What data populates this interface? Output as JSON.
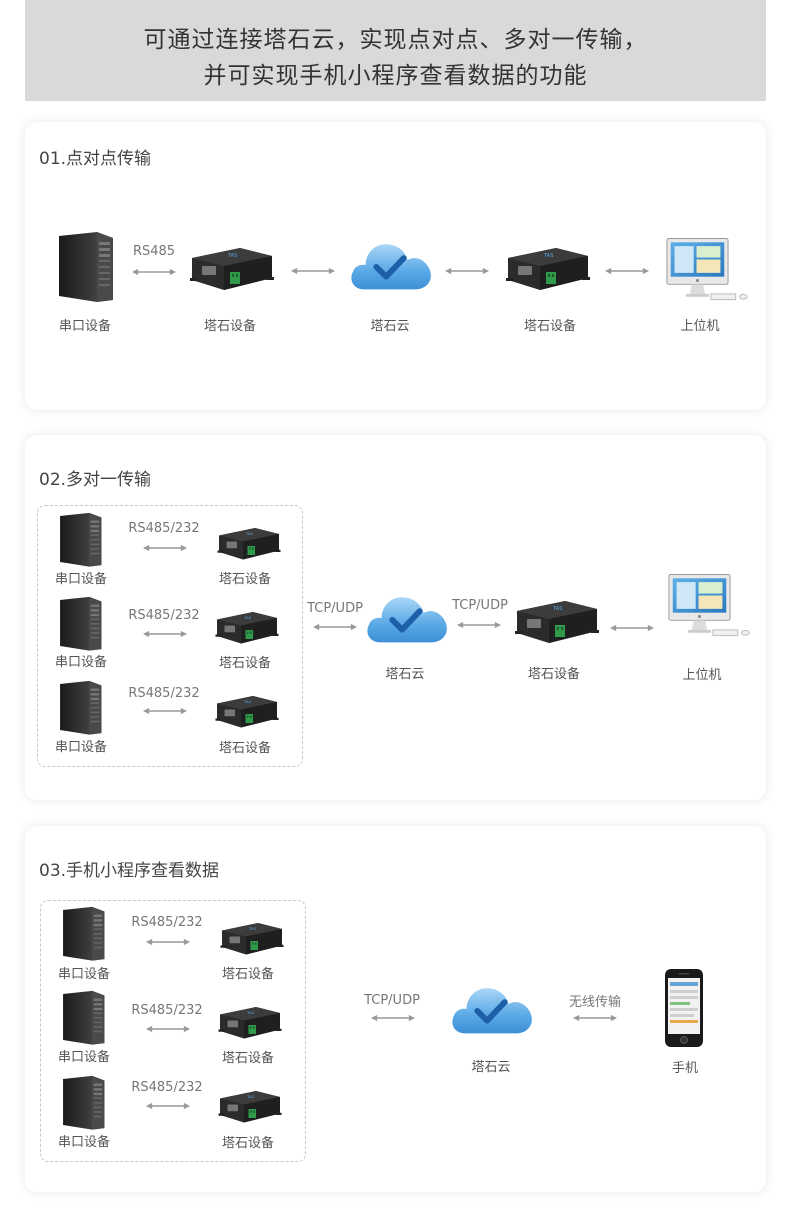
{
  "header": {
    "line1": "可通过连接塔石云，实现点对点、多对一传输，",
    "line2": "并可实现手机小程序查看数据的功能"
  },
  "section1": {
    "title": "01.点对点传输",
    "serial_label": "串口设备",
    "proto_rs485": "RS485",
    "device_label_a": "塔石设备",
    "cloud_label": "塔石云",
    "device_label_b": "塔石设备",
    "host_label": "上位机"
  },
  "section2": {
    "title": "02.多对一传输",
    "rows": [
      {
        "serial": "串口设备",
        "proto": "RS485/232",
        "device": "塔石设备"
      },
      {
        "serial": "串口设备",
        "proto": "RS485/232",
        "device": "塔石设备"
      },
      {
        "serial": "串口设备",
        "proto": "RS485/232",
        "device": "塔石设备"
      }
    ],
    "proto_left": "TCP/UDP",
    "proto_right": "TCP/UDP",
    "cloud_label": "塔石云",
    "device_label": "塔石设备",
    "host_label": "上位机"
  },
  "section3": {
    "title": "03.手机小程序查看数据",
    "rows": [
      {
        "serial": "串口设备",
        "proto": "RS485/232",
        "device": "塔石设备"
      },
      {
        "serial": "串口设备",
        "proto": "RS485/232",
        "device": "塔石设备"
      },
      {
        "serial": "串口设备",
        "proto": "RS485/232",
        "device": "塔石设备"
      }
    ],
    "proto_left": "TCP/UDP",
    "proto_right": "无线传输",
    "cloud_label": "塔石云",
    "phone_label": "手机"
  },
  "colors": {
    "header_bg": "#d9d9d9",
    "cloud": "#5aa9e6",
    "check": "#1d5fa8",
    "device_body": "#2b2b2b",
    "terminal_green": "#2e9a4a",
    "arrow": "#999999"
  },
  "icons": [
    "server-tower-icon",
    "serial-device-icon",
    "cloud-check-icon",
    "desktop-monitor-icon",
    "smartphone-icon",
    "double-arrow-icon"
  ]
}
